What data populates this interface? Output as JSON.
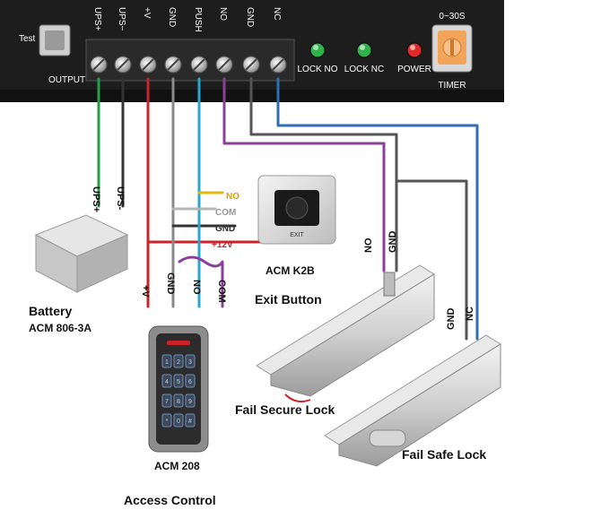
{
  "controller": {
    "test_label": "Test",
    "output_label": "OUTPUT",
    "terminals": [
      "UPS+",
      "UPS−",
      "+V",
      "GND",
      "PUSH",
      "NO",
      "GND",
      "NC"
    ],
    "leds": [
      {
        "label": "LOCK NO",
        "color": "#2fb34a"
      },
      {
        "label": "LOCK NC",
        "color": "#2fb34a"
      },
      {
        "label": "POWER",
        "color": "#e02a2a"
      }
    ],
    "timer_range": "0~30S",
    "timer_label": "TIMER"
  },
  "wires": {
    "ups_plus": "UPS+",
    "ups_minus": "UPS-",
    "plus_v": "+V",
    "reader_gnd": "GND",
    "reader_no": "NO",
    "reader_com": "COM",
    "lock_no": "NO",
    "lock_gnd": "GND",
    "safe_gnd": "GND",
    "safe_nc": "NC"
  },
  "exit_button": {
    "taps": [
      "NO",
      "COM",
      "GND",
      "+12V"
    ],
    "face_text": "EXIT",
    "model": "ACM K2B",
    "name": "Exit Button"
  },
  "battery": {
    "name": "Battery",
    "model": "ACM 806-3A"
  },
  "keypad": {
    "model": "ACM 208",
    "name": "Access Control",
    "keys": [
      "1",
      "2",
      "3",
      "4",
      "5",
      "6",
      "7",
      "8",
      "9",
      "*",
      "0",
      "#"
    ]
  },
  "locks": {
    "fail_secure": "Fail Secure Lock",
    "fail_safe": "Fail Safe Lock"
  },
  "colors": {
    "green": "#2a9d4a",
    "black": "#333333",
    "red": "#cc2229",
    "gray": "#8a8a8a",
    "cyan": "#2aa6cc",
    "purple": "#8b3f9a",
    "darkgray": "#555555",
    "blue": "#2f6fb0",
    "yellow": "#e0b810"
  }
}
